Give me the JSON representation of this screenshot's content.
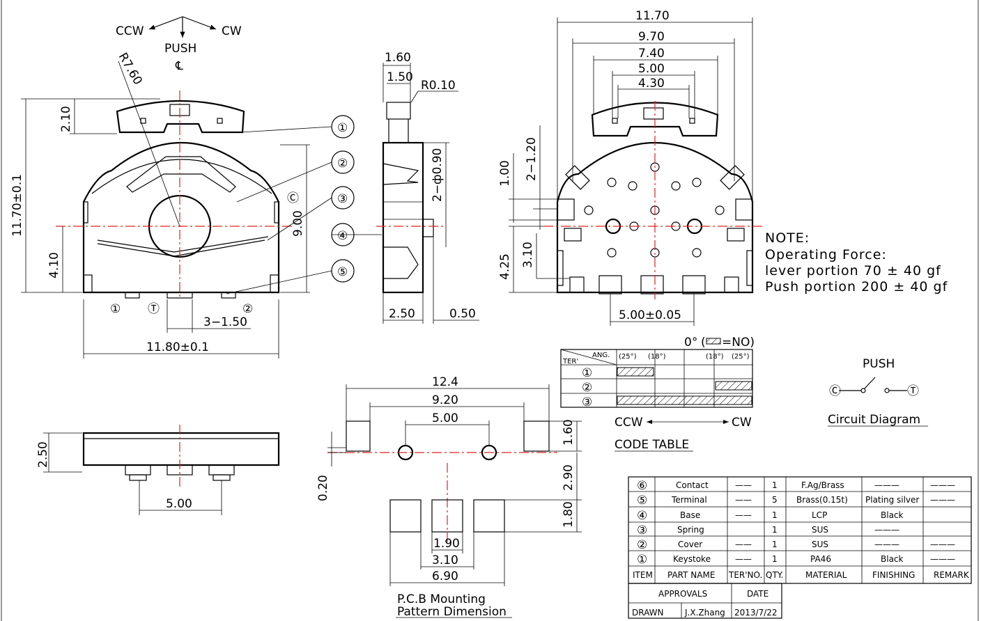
{
  "labels": {
    "ccw": "CCW",
    "cw": "CW",
    "push": "PUSH",
    "centerline": "℄",
    "radius": "R7.60",
    "r010": "R0.10"
  },
  "dims": {
    "d_1170_h": "11.70",
    "d_970": "9.70",
    "d_740": "7.40",
    "d_500_top": "5.00",
    "d_430": "4.30",
    "d_210": "2.10",
    "d_1170_v": "11.70±0.1",
    "d_410": "4.10",
    "d_900": "9.00",
    "d_3_150": "3−1.50",
    "d_1180": "11.80±0.1",
    "d_160": "1.60",
    "d_150": "1.50",
    "d_2_090": "2−ф0.90",
    "d_250_side": "2.50",
    "d_050": "0.50",
    "d_2_120": "2−1.20",
    "d_100": "1.00",
    "d_425": "4.25",
    "d_310_v": "3.10",
    "d_500_005": "5.00±0.05",
    "d_250_bottom": "2.50",
    "d_500_bottom": "5.00",
    "d_124": "12.4",
    "d_920": "9.20",
    "d_500_pcb": "5.00",
    "d_160_pcb": "1.60",
    "d_020": "0.20",
    "d_290": "2.90",
    "d_180": "1.80",
    "d_190": "1.90",
    "d_310_pcb": "3.10",
    "d_690": "6.90"
  },
  "balloons": [
    "①",
    "②",
    "③",
    "④",
    "⑤"
  ],
  "terminals": {
    "t1": "①",
    "tT": "Ⓣ",
    "t2": "②",
    "tC": "Ⓒ"
  },
  "note": {
    "title": "NOTE:",
    "line1": "Operating Force:",
    "line2": "lever portion 70 ± 40 gf",
    "line3": "Push portion 200 ± 40 gf"
  },
  "code_table": {
    "title": "CODE TABLE",
    "zero": "0°",
    "legend": "=NO)",
    "legend_open": "(",
    "corner_top": "ANG.",
    "corner_bottom": "TER'",
    "angles": [
      "(25°)",
      "(18°)",
      "(18°)",
      "(25°)"
    ],
    "rows": [
      "①",
      "②",
      "③"
    ],
    "ccw": "CCW",
    "cw": "CW"
  },
  "circuit": {
    "push": "PUSH",
    "c": "Ⓒ",
    "t": "Ⓣ",
    "title": "Circuit Diagram"
  },
  "pcb_caption": {
    "line1": "P.C.B Mounting",
    "line2": "Pattern Dimension"
  },
  "bom": {
    "rows": [
      {
        "no": "⑥",
        "part": "Contact",
        "ter": "——",
        "qty": "1",
        "material": "F.Ag/Brass",
        "finishing": "———",
        "remark": "———"
      },
      {
        "no": "⑤",
        "part": "Terminal",
        "ter": "——",
        "qty": "5",
        "material": "Brass(0.15t)",
        "finishing": "Plating silver",
        "remark": "———"
      },
      {
        "no": "④",
        "part": "Base",
        "ter": "——",
        "qty": "1",
        "material": "LCP",
        "finishing": "Black",
        "remark": ""
      },
      {
        "no": "③",
        "part": "Spring",
        "ter": "",
        "qty": "1",
        "material": "SUS",
        "finishing": "———",
        "remark": ""
      },
      {
        "no": "②",
        "part": "Cover",
        "ter": "——",
        "qty": "1",
        "material": "SUS",
        "finishing": "———",
        "remark": "———"
      },
      {
        "no": "①",
        "part": "Keystoke",
        "ter": "——",
        "qty": "1",
        "material": "PA46",
        "finishing": "Black",
        "remark": "———"
      }
    ],
    "headers": [
      "ITEM",
      "PART NAME",
      "TER'NO.",
      "QTY.",
      "MATERIAL",
      "FINISHING",
      "REMARK"
    ],
    "approvals": "APPROVALS",
    "date": "DATE",
    "drawn": "DRAWN",
    "drawn_by": "J.X.Zhang",
    "drawn_date": "2013/7/22"
  }
}
